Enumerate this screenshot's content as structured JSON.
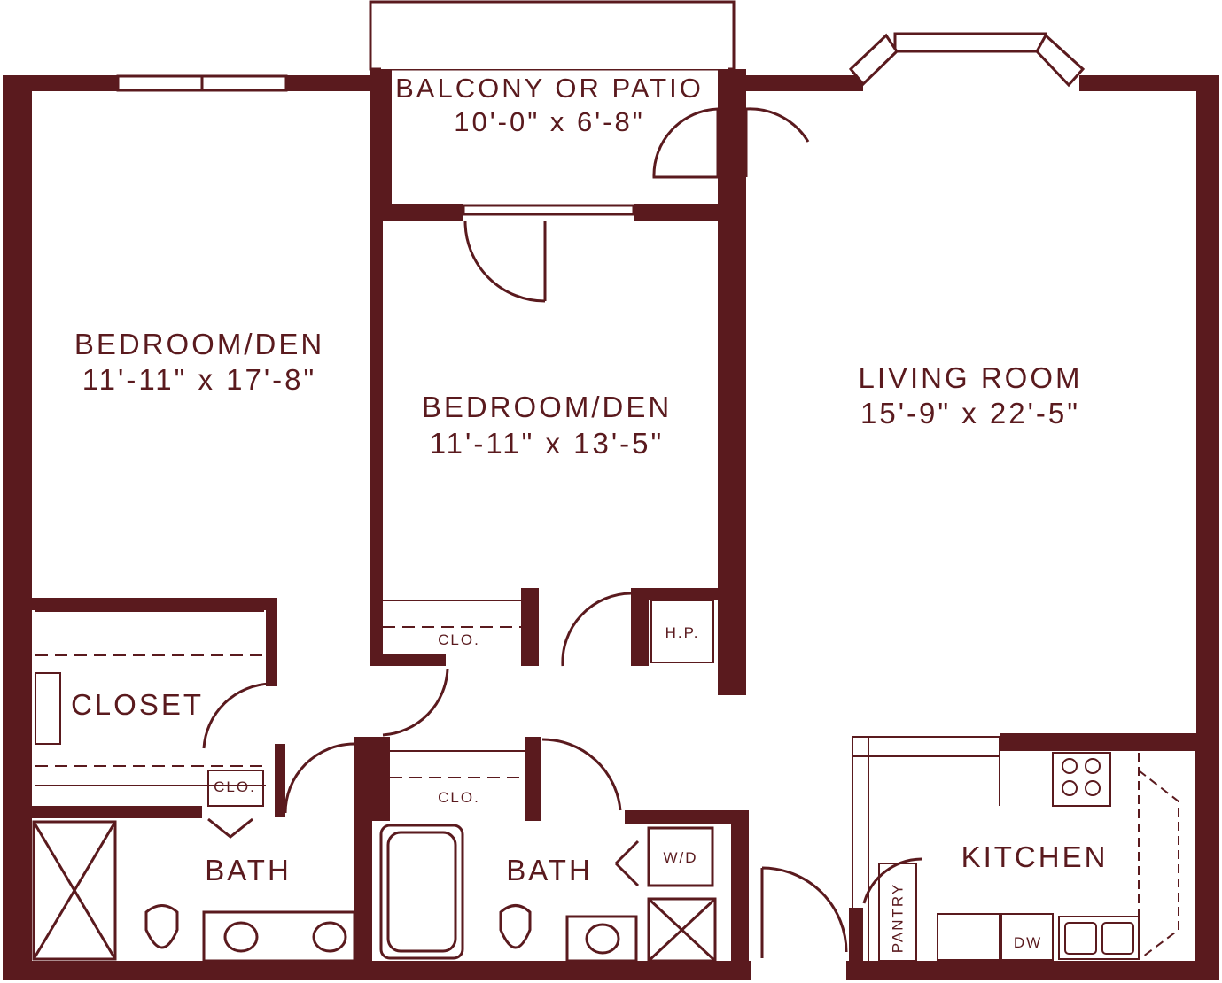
{
  "colors": {
    "wall": "#5a1a1e",
    "background": "#ffffff"
  },
  "rooms": {
    "balcony": {
      "name": "BALCONY OR PATIO",
      "dims": "10'-0\" x 6'-8\""
    },
    "bedroom1": {
      "name": "BEDROOM/DEN",
      "dims": "11'-11\" x 17'-8\""
    },
    "bedroom2": {
      "name": "BEDROOM/DEN",
      "dims": "11'-11\" x 13'-5\""
    },
    "living": {
      "name": "LIVING ROOM",
      "dims": "15'-9\" x 22'-5\""
    },
    "closet": {
      "name": "CLOSET"
    },
    "bath1": {
      "name": "BATH"
    },
    "bath2": {
      "name": "BATH"
    },
    "kitchen": {
      "name": "KITCHEN"
    }
  },
  "fixtures": {
    "clo_bed2": "CLO.",
    "clo_bath1": "CLO.",
    "clo_hall": "CLO.",
    "hp": "H.P.",
    "wd": "W/D",
    "pantry": "PANTRY",
    "dw": "DW"
  }
}
